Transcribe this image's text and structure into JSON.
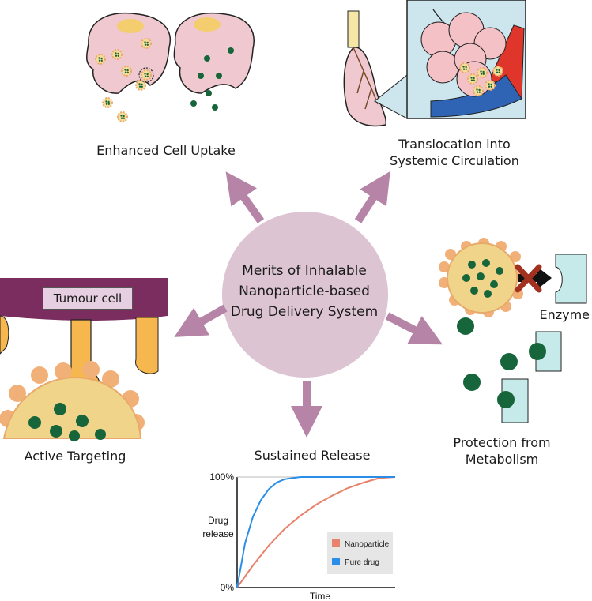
{
  "center": {
    "line1": "Merits of Inhalable",
    "line2": "Nanoparticle-based",
    "line3": "Drug Delivery System"
  },
  "panels": {
    "uptake": {
      "label": "Enhanced Cell Uptake"
    },
    "translocation": {
      "line1": "Translocation into",
      "line2": "Systemic Circulation"
    },
    "targeting": {
      "label": "Active Targeting",
      "cell_label": "Tumour cell"
    },
    "protection": {
      "line1": "Protection from",
      "line2": "Metabolism",
      "enzyme_label": "Enzyme"
    },
    "release": {
      "label": "Sustained Release"
    }
  },
  "colors": {
    "arrow": "#b584a6",
    "center_circle": "#dcc4d3",
    "cell_pink": "#efc9cf",
    "nucleus": "#f3cd6e",
    "drug_green": "#17653a",
    "nanoparticle_core": "#f0d48a",
    "nanoparticle_ligand": "#f2b079",
    "tumour": "#7a2d5e",
    "enzyme": "#c6eaea",
    "vessel_red": "#e0352a",
    "vessel_blue": "#2f64b4"
  },
  "chart_data": {
    "type": "line",
    "xlabel": "Time",
    "ylabel": "Drug release",
    "y_ticks": [
      "100%",
      "0%"
    ],
    "ylim": [
      0,
      100
    ],
    "xlim": [
      0,
      10
    ],
    "legend": "bottom-right",
    "series": [
      {
        "name": "Nanoparticle",
        "color": "#e8826a",
        "x": [
          0,
          1,
          2,
          3,
          4,
          5,
          6,
          7,
          8,
          9,
          10
        ],
        "y": [
          0,
          20,
          38,
          53,
          65,
          75,
          83,
          90,
          95,
          99,
          100
        ]
      },
      {
        "name": "Pure drug",
        "color": "#2a8ee8",
        "x": [
          0,
          0.5,
          1,
          1.5,
          2,
          2.5,
          3,
          3.5,
          4,
          5,
          10
        ],
        "y": [
          0,
          40,
          64,
          79,
          89,
          95,
          98,
          99,
          100,
          100,
          100
        ]
      }
    ]
  }
}
